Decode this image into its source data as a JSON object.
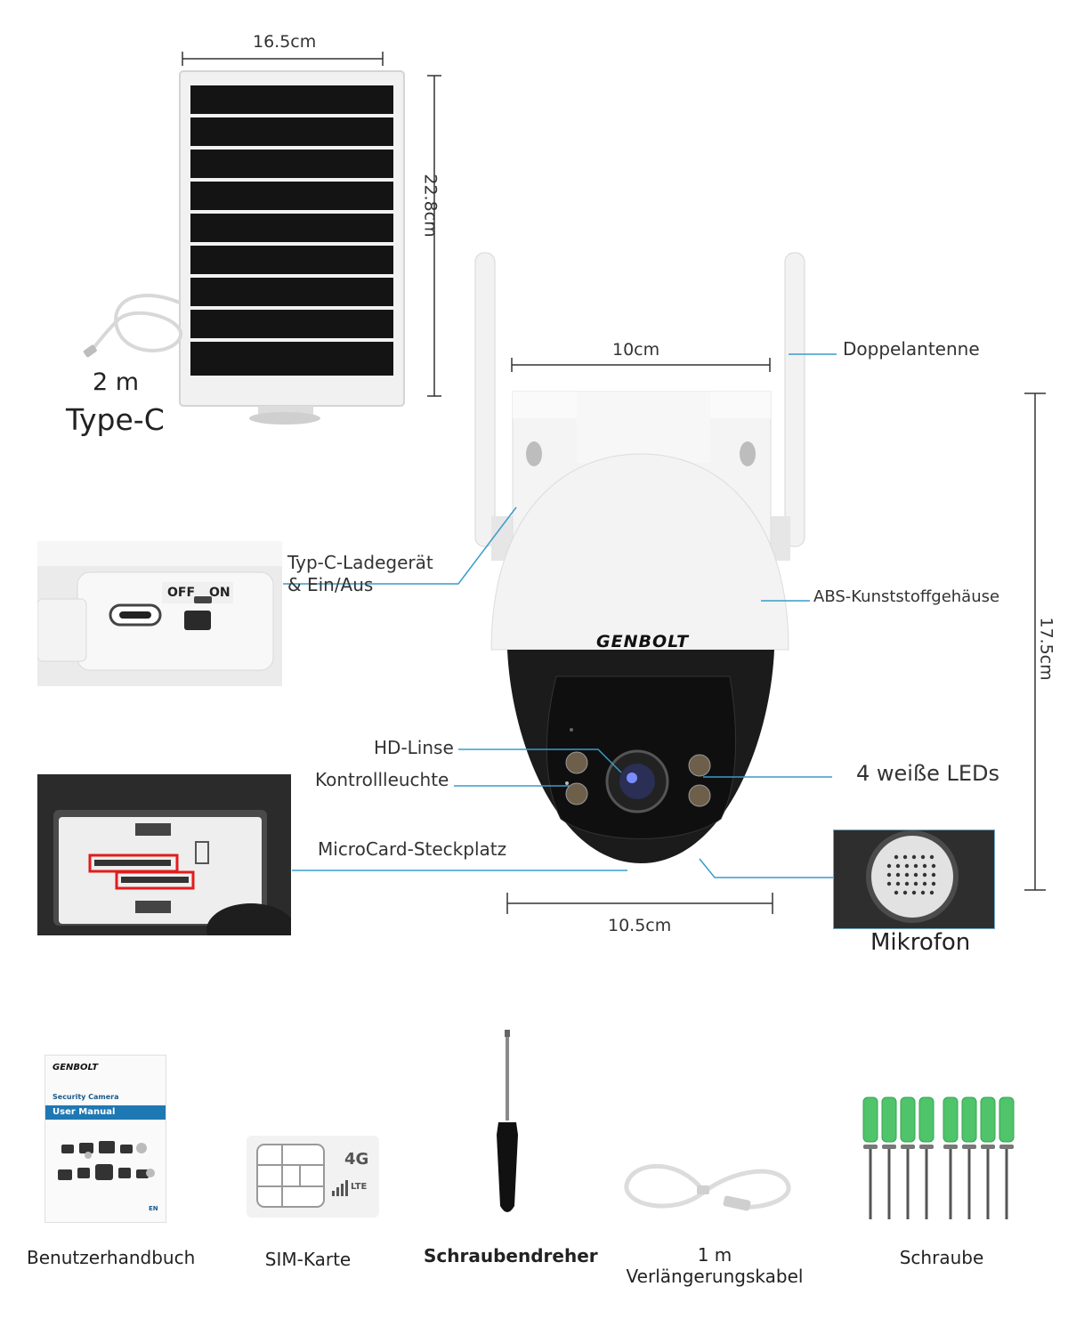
{
  "solar_panel": {
    "width_label": "16.5cm",
    "height_label": "22.8cm",
    "cable_length": "2 m",
    "cable_type": "Type-C"
  },
  "camera": {
    "brand": "GENBOLT",
    "width_top_label": "10cm",
    "width_bottom_label": "10.5cm",
    "height_label": "17.5cm"
  },
  "callouts": {
    "antenna": "Doppelantenne",
    "housing": "ABS-Kunststoffgehäuse",
    "charger_line1": "Typ-C-Ladegerät",
    "charger_line2": "& Ein/Aus",
    "lens": "HD-Linse",
    "indicator": "Kontrollleuchte",
    "leds": "4 weiße LEDs",
    "card_slot": "MicroCard-Steckplatz",
    "microphone": "Mikrofon"
  },
  "switch_inset": {
    "off": "OFF",
    "on": "ON"
  },
  "manual": {
    "brand": "GENBOLT",
    "subtitle": "Security Camera",
    "title": "User Manual",
    "lang": "EN"
  },
  "sim": {
    "gen": "4G",
    "lte": "LTE"
  },
  "accessories": {
    "manual": "Benutzerhandbuch",
    "sim": "SIM-Karte",
    "screwdriver": "Schraubendreher",
    "cable_line1": "1 m",
    "cable_line2": "Verlängerungskabel",
    "screw": "Schraube"
  },
  "colors": {
    "accent_line": "#3a9bc9",
    "dark_body": "#1b1b1b",
    "anchor_green": "#4fc46a",
    "highlight_red": "#e11c1c"
  }
}
